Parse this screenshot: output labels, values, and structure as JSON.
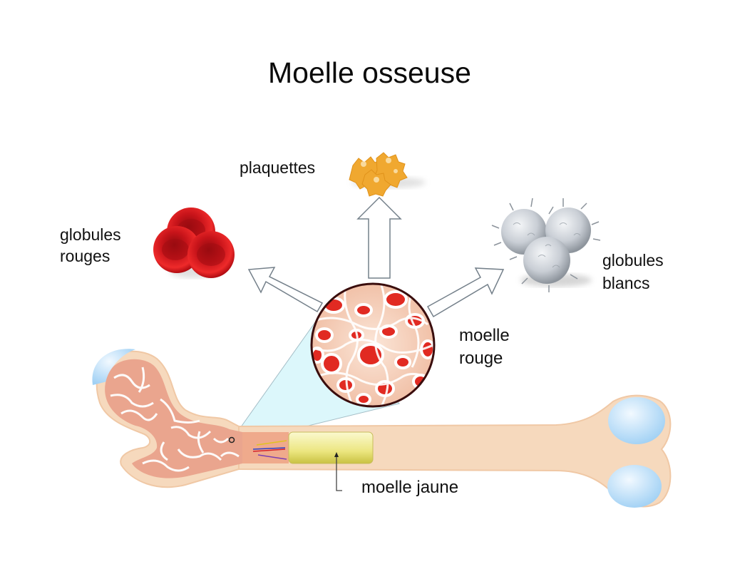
{
  "title": "Moelle osseuse",
  "labels": {
    "platelets": "plaquettes",
    "red_cells_line1": "globules",
    "red_cells_line2": "rouges",
    "white_cells_line1": "globules",
    "white_cells_line2": "blancs",
    "red_marrow_line1": "moelle",
    "red_marrow_line2": "rouge",
    "yellow_marrow": "moelle jaune"
  },
  "colors": {
    "red_cell": "#d8141b",
    "platelet": "#f0a830",
    "white_cell": "#c8cdd4",
    "bone": "#f6d9bd",
    "cartilage": "#bfe0f7",
    "yellow_marrow": "#ecea88",
    "zoom_cone": "#d9f7fb"
  }
}
